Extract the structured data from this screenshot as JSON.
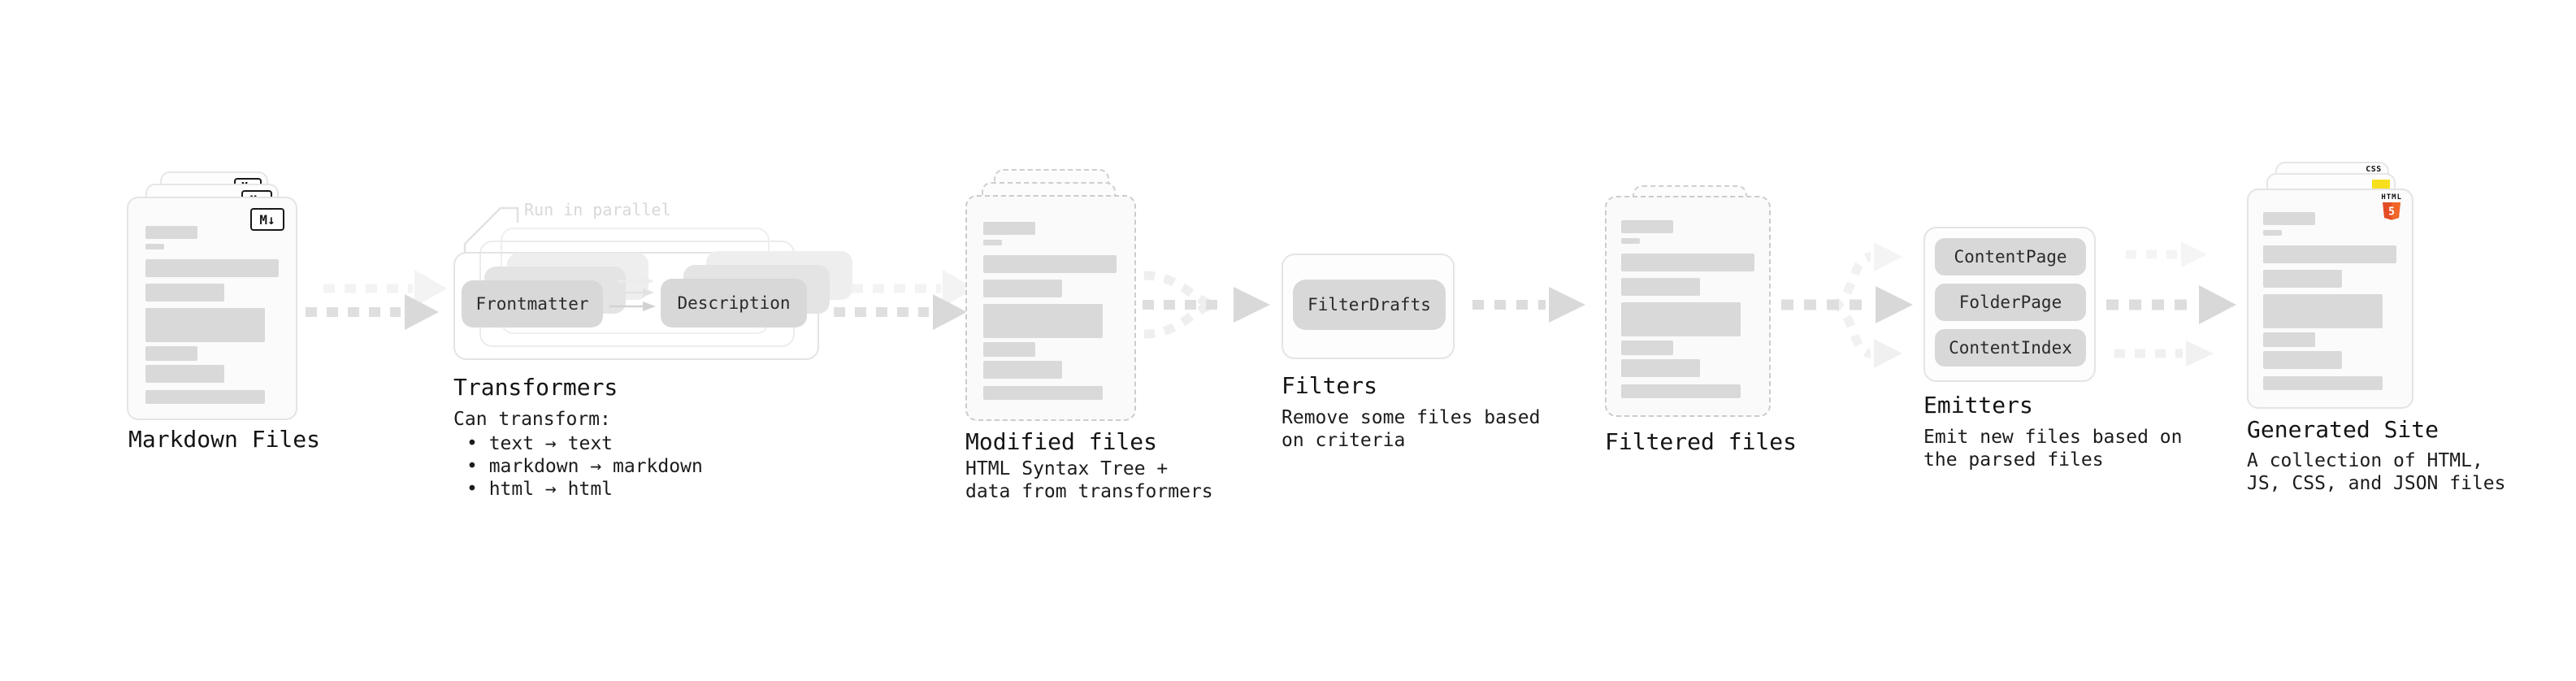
{
  "stages": {
    "markdown": {
      "label": "Markdown Files",
      "badge": "M↓"
    },
    "transformers": {
      "label": "Transformers",
      "note": "Run in parallel",
      "pill_left": "Frontmatter",
      "pill_right": "Description",
      "desc_title": "Can transform:",
      "bullets": [
        "• text → text",
        "• markdown → markdown",
        "• html → html"
      ]
    },
    "modified": {
      "label": "Modified files",
      "desc": "HTML Syntax Tree +\ndata from transformers"
    },
    "filters": {
      "label": "Filters",
      "pill": "FilterDrafts",
      "desc": "Remove some files based\non criteria"
    },
    "filtered": {
      "label": "Filtered files"
    },
    "emitters": {
      "label": "Emitters",
      "pills": [
        "ContentPage",
        "FolderPage",
        "ContentIndex"
      ],
      "desc": "Emit new files based on\nthe parsed files"
    },
    "generated": {
      "label": "Generated Site",
      "desc": "A collection of HTML,\nJS, CSS, and JSON files",
      "css_badge": "CSS",
      "html_badge": "HTML",
      "html_five": "5"
    }
  },
  "colors": {
    "html5_orange": "#e44d26",
    "html5_orange_light": "#f16529",
    "js_yellow": "#f7df1e",
    "css_blue": "#2962ff",
    "bar_gray": "#d9d9d9"
  }
}
